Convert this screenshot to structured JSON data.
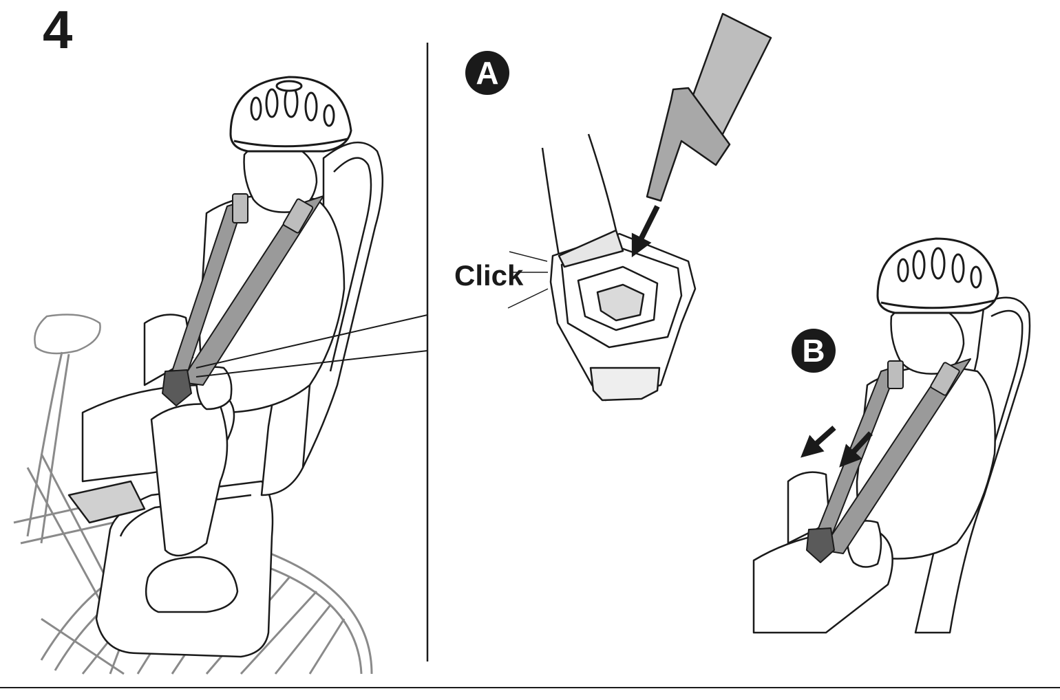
{
  "step": {
    "number": "4"
  },
  "panel_a": {
    "badge": "A",
    "sound_label": "Click"
  },
  "panel_b": {
    "badge": "B"
  },
  "colors": {
    "ink": "#1a1a1a",
    "strap": "#9a9a9a",
    "strap_light": "#bdbdbd",
    "bike": "#8a8a8a",
    "paper": "#ffffff"
  },
  "icons": [
    "helmet-icon",
    "child-seat-icon",
    "buckle-icon",
    "arrow-down-icon",
    "arrow-pull-icon"
  ]
}
